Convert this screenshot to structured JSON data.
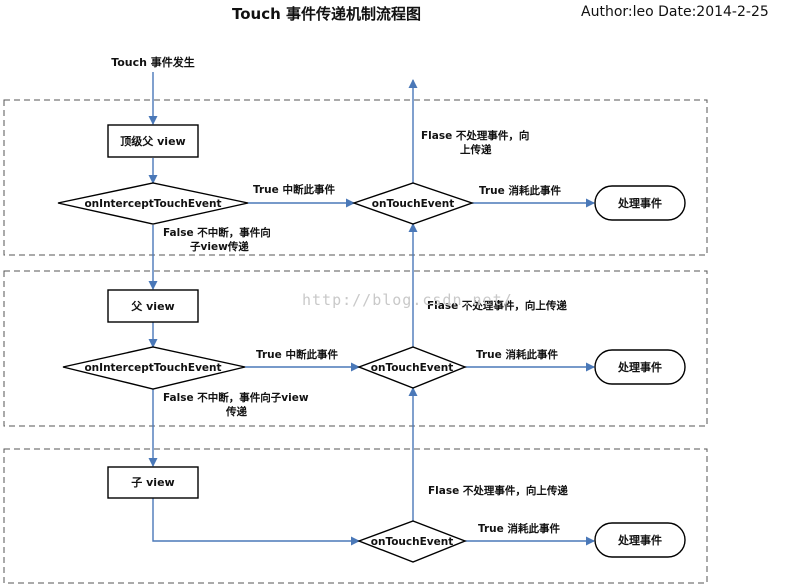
{
  "header": {
    "title": "Touch 事件传递机制流程图",
    "author": "Author:leo  Date:2014-2-25"
  },
  "start_label": "Touch 事件发生",
  "watermark": "http://blog.csdn.net/",
  "sections": [
    {
      "view_label": "顶级父  view",
      "intercept_label": "onInterceptTouchEvent",
      "intercept_true": "True  中断此事件",
      "intercept_false": [
        "False  不中断，事件向",
        "子view传递"
      ],
      "ontouch_label": "onTouchEvent",
      "ontouch_true": "True  消耗此事件",
      "ontouch_false": [
        "Flase  不处理事件，向",
        "上传递"
      ],
      "handle_label": "处理事件"
    },
    {
      "view_label": "父  view",
      "intercept_label": "onInterceptTouchEvent",
      "intercept_true": "True  中断此事件",
      "intercept_false": [
        "False  不中断，事件向子view",
        "传递"
      ],
      "ontouch_label": "onTouchEvent",
      "ontouch_true": "True  消耗此事件",
      "ontouch_false": [
        "Flase  不处理事件，向上传递"
      ],
      "handle_label": "处理事件"
    },
    {
      "view_label": "子  view",
      "ontouch_label": "onTouchEvent",
      "ontouch_true": "True  消耗此事件",
      "ontouch_false": [
        "Flase  不处理事件，向上传递"
      ],
      "handle_label": "处理事件"
    }
  ],
  "colors": {
    "arrow": "#4a78b8",
    "border": "#000000",
    "dash": "#555555"
  }
}
